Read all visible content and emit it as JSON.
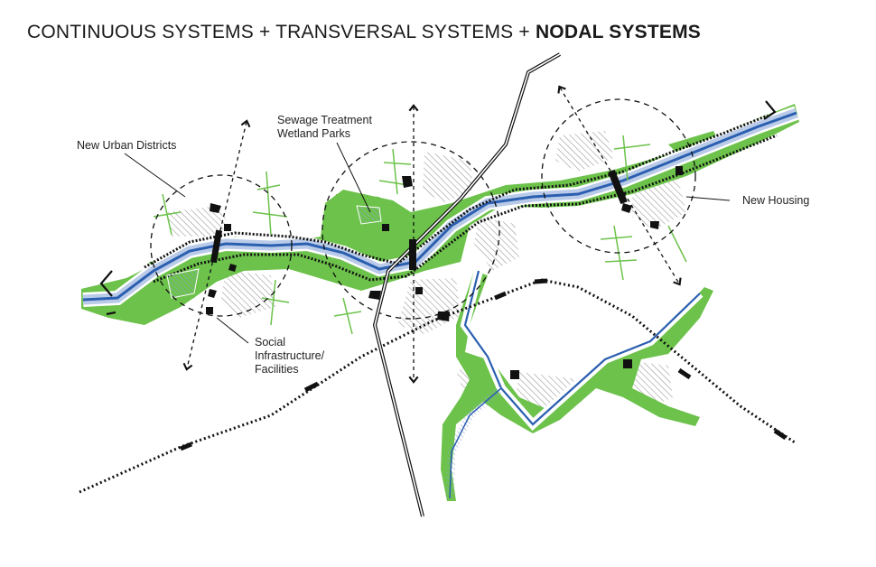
{
  "title": {
    "part1": "CONTINUOUS SYSTEMS",
    "sep1": " + ",
    "part2": "TRANSVERSAL SYSTEMS",
    "sep2": " + ",
    "part3": "NODAL SYSTEMS"
  },
  "labels": {
    "urban_districts": "New Urban Districts",
    "sewage_line1": "Sewage Treatment",
    "sewage_line2": "Wetland Parks",
    "housing": "New Housing",
    "social_line1": "Social",
    "social_line2": "Infrastructure/",
    "social_line3": "Facilities"
  },
  "colors": {
    "green": "#6cc24a",
    "river": "#2b5fb0",
    "river_light": "#b9cbe8",
    "black": "#111111",
    "hatch": "#9a9a9a"
  }
}
